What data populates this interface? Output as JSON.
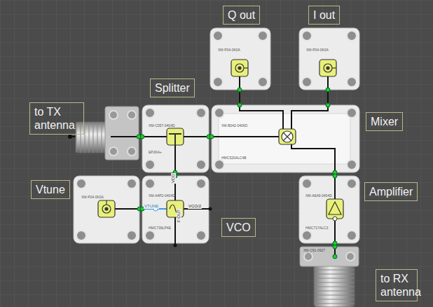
{
  "diagram": {
    "nodes": [
      {
        "text": [
          "Q out",
          "XM-P04-0K0A"
        ]
      },
      {
        "text": [
          "I out",
          "XM-P04-0K0A"
        ]
      },
      {
        "text": [
          "Splitter",
          "XM-C057-0404D",
          "EP2KA+"
        ]
      },
      {
        "text": [
          "Mixer",
          "XM-B042-0406D",
          "HMC520ALC4B"
        ]
      },
      {
        "text": [
          "to TX antenna"
        ]
      },
      {
        "text": [
          "Vtune",
          "XM-P04-0K0A"
        ]
      },
      {
        "text": [
          "VCO",
          "XM-A4P2-0404D",
          "HMC739LP4E"
        ]
      },
      {
        "text": [
          "Amplifier",
          "XM-A6A9-0404D",
          "HMC717ALC3"
        ]
      },
      {
        "text": [
          "to RX antenna"
        ]
      }
    ],
    "edges": [
      {
        "from": 0,
        "to": 3,
        "arrow": "none"
      },
      {
        "from": 1,
        "to": 3,
        "arrow": "none"
      },
      {
        "from": 2,
        "to": 3,
        "arrow": "none"
      },
      {
        "from": 2,
        "to": 4,
        "arrow": "none"
      },
      {
        "from": 5,
        "to": 6,
        "arrow": "none"
      },
      {
        "from": 6,
        "to": 2,
        "arrow": "none"
      },
      {
        "from": 3,
        "to": 7,
        "arrow": "none"
      },
      {
        "from": 8,
        "to": 7,
        "arrow": "none"
      }
    ],
    "labels": [
      "VCO",
      "VTUNE",
      "VCO/2",
      "F OUT",
      "XM-C91-0927"
    ]
  }
}
